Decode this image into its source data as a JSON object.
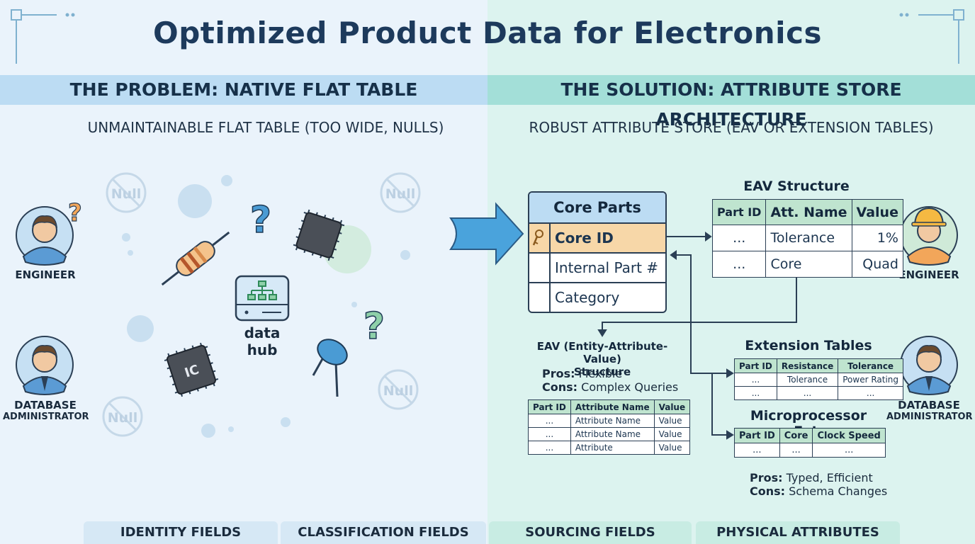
{
  "title": "Optimized Product Data for Electronics",
  "problem": {
    "header": "THE PROBLEM: NATIVE FLAT TABLE",
    "caption": "UNMAINTAINABLE FLAT TABLE (TOO WIDE, NULLS)",
    "engineer_label": "ENGINEER",
    "dba_label_1": "DATABASE",
    "dba_label_2": "ADMINISTRATOR",
    "hub_label": "data hub",
    "null_text": "Null",
    "ic_text": "IC",
    "question": "?"
  },
  "solution": {
    "header": "THE SOLUTION: ATTRIBUTE STORE ARCHITECTURE",
    "caption": "ROBUST ATTRIBUTE STORE (EAV OR EXTENSION TABLES)",
    "engineer_label": "ENGINEER",
    "dba_label_1": "DATABASE",
    "dba_label_2": "ADMINISTRATOR",
    "core_table": {
      "title": "Core Parts Table",
      "rows": [
        "Core ID",
        "Internal Part #",
        "Category"
      ]
    },
    "eav_structure": {
      "title": "EAV Structure",
      "headers": [
        "Part ID",
        "Att. Name",
        "Value"
      ],
      "rows": [
        [
          "...",
          "Tolerance",
          "1%"
        ],
        [
          "...",
          "Core",
          "Quad"
        ]
      ]
    },
    "eav_explain": {
      "title_1": "EAV (Entity-Attribute-Value)",
      "title_2": "Structure",
      "pros_label": "Pros:",
      "pros_text": "Flexible",
      "cons_label": "Cons:",
      "cons_text": "Complex Queries",
      "headers": [
        "Part ID",
        "Attribute Name",
        "Value"
      ],
      "rows": [
        [
          "...",
          "Attribute Name",
          "Value"
        ],
        [
          "...",
          "Attribute Name",
          "Value"
        ],
        [
          "...",
          "Attribute",
          "Value"
        ]
      ]
    },
    "extension_tables": {
      "title": "Extension Tables",
      "headers": [
        "Part ID",
        "Resistance",
        "Tolerance"
      ],
      "rows": [
        [
          "...",
          "Tolerance",
          "Power Rating"
        ],
        [
          "...",
          "...",
          "..."
        ]
      ]
    },
    "microprocessor_ext": {
      "title": "Microprocessor Ext.",
      "headers": [
        "Part ID",
        "Core",
        "Clock Speed"
      ],
      "rows": [
        [
          "...",
          "...",
          "..."
        ]
      ]
    },
    "ext_notes": {
      "pros_label": "Pros:",
      "pros_text": "Typed, Efficient",
      "cons_label": "Cons:",
      "cons_text": "Schema Changes"
    }
  },
  "tabs": [
    "IDENTITY FIELDS",
    "CLASSIFICATION FIELDS",
    "SOURCING FIELDS",
    "PHYSICAL ATTRIBUTES"
  ],
  "colors": {
    "left_bg": "#eaf3fb",
    "right_bg": "#dcf3ef",
    "left_band": "#bcdcf3",
    "right_band": "#a3dfd8",
    "arrow": "#4aa3dc",
    "pk_row": "#f7d7a8",
    "table_header_green": "#bfe4cf"
  }
}
